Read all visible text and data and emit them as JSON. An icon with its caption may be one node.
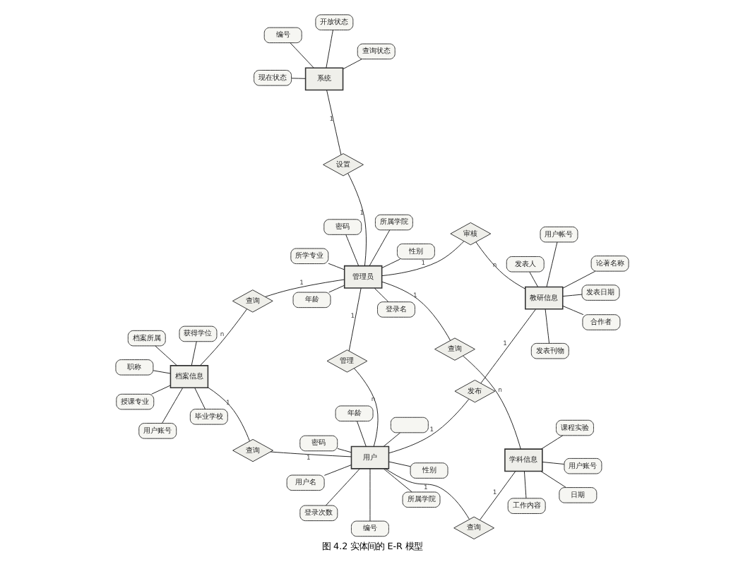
{
  "diagram": {
    "caption": "图 4.2 实体间的 E-R 模型",
    "nodes": [
      {
        "text": [
          "用户"
        ]
      },
      {
        "text": [
          "性别"
        ]
      },
      {
        "text": [
          "编号"
        ]
      },
      {
        "text": [
          "年龄"
        ]
      },
      {
        "text": [],
        "shape": "ellipse"
      },
      {
        "text": [
          "密码"
        ]
      },
      {
        "text": [
          "用户名"
        ]
      },
      {
        "text": [
          "所属学院"
        ]
      },
      {
        "text": [
          "登录次数"
        ]
      },
      {
        "text": [
          "学科信息"
        ]
      },
      {
        "text": [
          "日期"
        ]
      },
      {
        "text": [
          "工作内容"
        ]
      },
      {
        "text": [
          "用户账号"
        ]
      },
      {
        "text": [
          "课程实验"
        ]
      },
      {
        "text": [
          "档案信息"
        ]
      },
      {
        "text": [
          "用户账号"
        ]
      },
      {
        "text": [
          "毕业学校"
        ]
      },
      {
        "text": [
          "获得学位"
        ]
      },
      {
        "text": [
          "职称"
        ]
      },
      {
        "text": [
          "档案所属"
        ]
      },
      {
        "text": [
          "授课专业"
        ]
      },
      {
        "text": [
          "教研信息"
        ]
      },
      {
        "text": [
          "论著名称"
        ]
      },
      {
        "text": [
          "发表日期"
        ]
      },
      {
        "text": [
          "用户帐号"
        ]
      },
      {
        "text": [
          "发表刊物"
        ]
      },
      {
        "text": [
          "合作者"
        ]
      },
      {
        "text": [
          "发表人"
        ]
      },
      {
        "text": [
          "管理员"
        ]
      },
      {
        "text": [
          "登录名"
        ]
      },
      {
        "text": [
          "密码"
        ]
      },
      {
        "text": [
          "性别"
        ]
      },
      {
        "text": [
          "年龄"
        ]
      },
      {
        "text": [
          "所学专业"
        ]
      },
      {
        "text": [
          "所属学院"
        ]
      },
      {
        "text": [
          "系统"
        ]
      },
      {
        "text": [
          "开放状态"
        ]
      },
      {
        "text": [
          "查询状态"
        ]
      },
      {
        "text": [
          "编号"
        ]
      },
      {
        "text": [
          "现在状态"
        ]
      },
      {
        "text": [
          "发布"
        ]
      },
      {
        "text": [
          "查询"
        ]
      },
      {
        "text": [
          "查询"
        ]
      },
      {
        "text": [
          "管理"
        ]
      },
      {
        "text": [
          "查询"
        ]
      },
      {
        "text": [
          "查询"
        ]
      },
      {
        "text": [
          "审核"
        ]
      },
      {
        "text": [
          "设置"
        ]
      }
    ],
    "edges": [
      {
        "from": 0,
        "to": 1,
        "arrow": "none"
      },
      {
        "from": 0,
        "to": 2,
        "arrow": "none"
      },
      {
        "from": 0,
        "to": 3,
        "arrow": "none"
      },
      {
        "from": 0,
        "to": 4,
        "arrow": "none"
      },
      {
        "from": 0,
        "to": 5,
        "arrow": "none"
      },
      {
        "from": 0,
        "to": 6,
        "arrow": "none"
      },
      {
        "from": 0,
        "to": 7,
        "arrow": "none"
      },
      {
        "from": 0,
        "to": 8,
        "arrow": "none"
      },
      {
        "from": 9,
        "to": 10,
        "arrow": "none"
      },
      {
        "from": 9,
        "to": 11,
        "arrow": "none"
      },
      {
        "from": 9,
        "to": 12,
        "arrow": "none"
      },
      {
        "from": 9,
        "to": 13,
        "arrow": "none"
      },
      {
        "from": 14,
        "to": 15,
        "arrow": "none"
      },
      {
        "from": 14,
        "to": 16,
        "arrow": "none"
      },
      {
        "from": 14,
        "to": 17,
        "arrow": "none"
      },
      {
        "from": 14,
        "to": 18,
        "arrow": "none"
      },
      {
        "from": 14,
        "to": 19,
        "arrow": "none"
      },
      {
        "from": 14,
        "to": 20,
        "arrow": "none"
      },
      {
        "from": 21,
        "to": 22,
        "arrow": "none"
      },
      {
        "from": 21,
        "to": 23,
        "arrow": "none"
      },
      {
        "from": 21,
        "to": 24,
        "arrow": "none"
      },
      {
        "from": 21,
        "to": 25,
        "arrow": "none"
      },
      {
        "from": 21,
        "to": 26,
        "arrow": "none"
      },
      {
        "from": 21,
        "to": 27,
        "arrow": "none"
      },
      {
        "from": 28,
        "to": 29,
        "arrow": "none"
      },
      {
        "from": 28,
        "to": 30,
        "arrow": "none"
      },
      {
        "from": 28,
        "to": 31,
        "arrow": "none"
      },
      {
        "from": 28,
        "to": 32,
        "arrow": "none"
      },
      {
        "from": 28,
        "to": 33,
        "arrow": "none"
      },
      {
        "from": 28,
        "to": 34,
        "arrow": "none"
      },
      {
        "from": 35,
        "to": 36,
        "arrow": "none"
      },
      {
        "from": 35,
        "to": 37,
        "arrow": "none"
      },
      {
        "from": 35,
        "to": 38,
        "arrow": "none"
      },
      {
        "from": 35,
        "to": 39,
        "arrow": "none"
      },
      {
        "from": 0,
        "to": 40,
        "label": "1",
        "arrow": "none"
      },
      {
        "from": 40,
        "to": 21,
        "label": "1",
        "arrow": "none"
      },
      {
        "from": 0,
        "to": 41,
        "label": "1",
        "arrow": "none"
      },
      {
        "from": 41,
        "to": 9,
        "label": "1",
        "arrow": "none"
      },
      {
        "from": 0,
        "to": 42,
        "label": "1",
        "arrow": "none"
      },
      {
        "from": 42,
        "to": 14,
        "label": "1",
        "arrow": "none"
      },
      {
        "from": 0,
        "to": 43,
        "label": "n",
        "arrow": "none"
      },
      {
        "from": 43,
        "to": 28,
        "label": "1",
        "arrow": "none"
      },
      {
        "from": 9,
        "to": 44,
        "label": "n",
        "arrow": "none"
      },
      {
        "from": 44,
        "to": 28,
        "label": "1",
        "arrow": "none"
      },
      {
        "from": 14,
        "to": 45,
        "label": "n",
        "arrow": "none"
      },
      {
        "from": 45,
        "to": 28,
        "label": "1",
        "arrow": "none"
      },
      {
        "from": 21,
        "to": 46,
        "label": "n",
        "arrow": "none"
      },
      {
        "from": 46,
        "to": 28,
        "label": "1",
        "arrow": "none"
      },
      {
        "from": 28,
        "to": 47,
        "label": "1",
        "arrow": "none"
      },
      {
        "from": 47,
        "to": 35,
        "label": "1",
        "arrow": "none"
      }
    ]
  }
}
